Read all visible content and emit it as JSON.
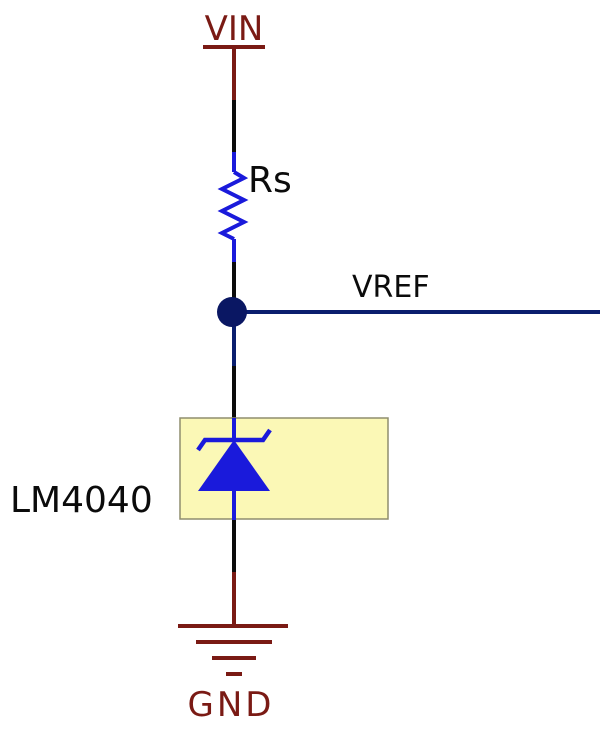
{
  "labels": {
    "vin": "VIN",
    "resistor": "Rs",
    "vref": "VREF",
    "diode": "LM4040",
    "gnd": "GND"
  },
  "colors": {
    "power": "#7a1a14",
    "wire": "#0b0b0b",
    "pin": "#1a1adb",
    "net": "#0a1e6e",
    "junction": "#0a1763",
    "body_fill": "#fbf8b6",
    "body_stroke": "#8f8e6e",
    "diode_fill": "#1a1adb"
  }
}
